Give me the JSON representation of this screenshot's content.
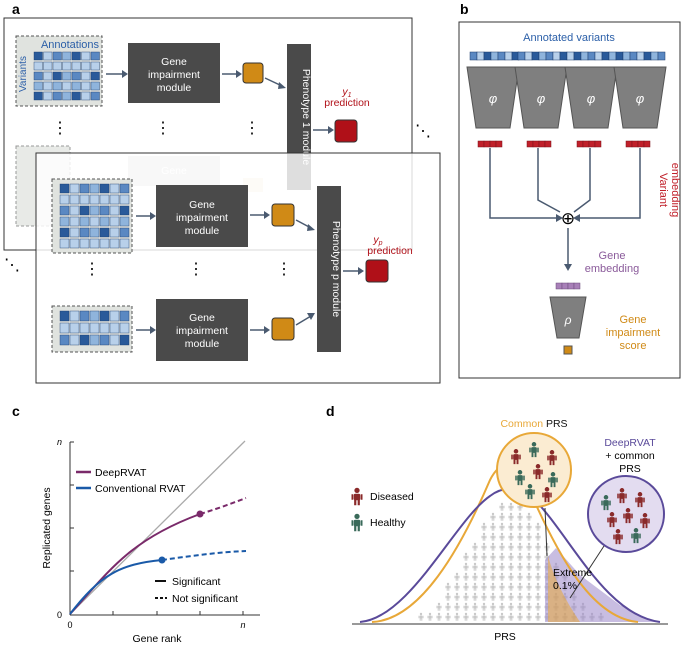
{
  "panels": {
    "a": {
      "label": "a",
      "annotations_title": "Annotations",
      "variants_label": "Variants",
      "gene_impairment_module": [
        "Gene",
        "impairment",
        "module"
      ],
      "phenotype_1_module": "Phenotype 1 module",
      "phenotype_p_module": "Phenotype p module",
      "y1_symbol": "y",
      "y1_subscript": "1",
      "yp_symbol": "y",
      "yp_subscript": "p",
      "prediction_label": "prediction",
      "vertical_dots": "⋮",
      "diagonal_dots": "⋱",
      "colors": {
        "module": "#4a4a4a",
        "score": "#d08a16",
        "prediction": "#b01018",
        "matrix_dark": "#2a5a9a",
        "matrix_light": "#8fb4dc"
      }
    },
    "b": {
      "label": "b",
      "annotated_variants": "Annotated variants",
      "phi_symbol": "φ",
      "variant_embedding": [
        "Variant",
        "embedding"
      ],
      "oplus": "⊕",
      "gene_embedding": [
        "Gene",
        "embedding"
      ],
      "rho_symbol": "ρ",
      "gene_impairment_score": [
        "Gene",
        "impairment",
        "score"
      ],
      "colors": {
        "blue_text": "#2b5fa8",
        "red_text": "#c0202a",
        "purple_text": "#8a5a9a",
        "orange_text": "#d08a16"
      }
    },
    "c": {
      "label": "c",
      "ylabel": "Replicated genes",
      "xlabel": "Gene rank",
      "y_ticks": [
        "n",
        "0"
      ],
      "x_ticks": [
        "0",
        "n"
      ],
      "legend_deeprvat": "DeepRVAT",
      "legend_conventional": "Conventional RVAT",
      "legend_significant": "Significant",
      "legend_not_significant": "Not significant",
      "colors": {
        "deeprvat": "#7a2a6a",
        "conventional": "#1a5aa8",
        "diagonal": "#aaaaaa"
      }
    },
    "d": {
      "label": "d",
      "common_word": "Common",
      "prs_word": "PRS",
      "deeprvat_common_lines": [
        "DeepRVAT",
        "+ common",
        "PRS"
      ],
      "legend_diseased": "Diseased",
      "legend_healthy": "Healthy",
      "extreme_lines": [
        "Extreme",
        "0.1%"
      ],
      "xlabel": "PRS",
      "colors": {
        "common": "#e8a838",
        "deeprvat": "#5a4a9a",
        "diseased": "#8a2a2a",
        "healthy": "#3a6a5a"
      }
    }
  }
}
